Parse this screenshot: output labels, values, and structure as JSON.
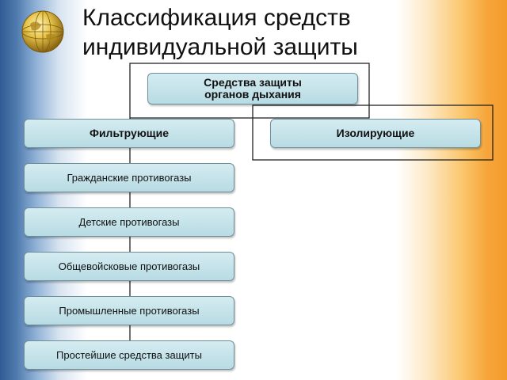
{
  "title": {
    "line1": "Классификация средств",
    "line2": "индивидуальной защиты"
  },
  "logo": {
    "icon": "globe-icon"
  },
  "diagram": {
    "root": {
      "line1": "Средства защиты",
      "line2": "органов дыхания"
    },
    "branches": [
      "Фильтрующие",
      "Изолирующие"
    ],
    "filter_items": [
      "Гражданские противогазы",
      "Детские противогазы",
      "Общевойсковые противогазы",
      "Промышленные противогазы",
      "Простейшие средства защиты"
    ]
  },
  "colors": {
    "box_fill": "#c7e5ec",
    "box_border": "#6f8f98",
    "line": "#222222"
  }
}
